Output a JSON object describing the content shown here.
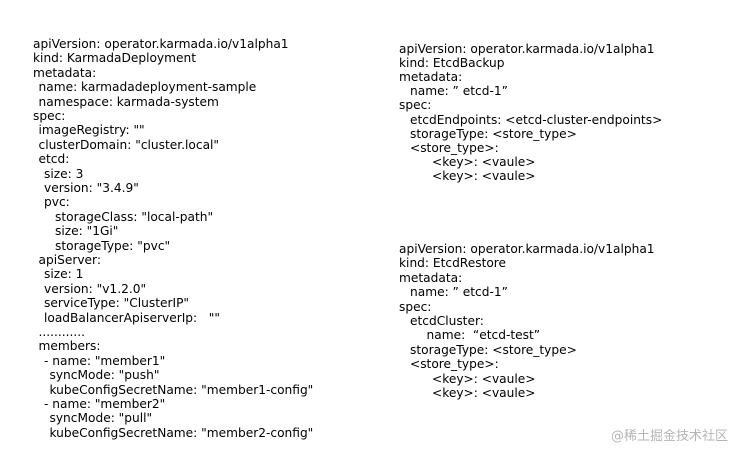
{
  "deployment_yaml": [
    {
      "indent": 0,
      "text": "apiVersion: operator.karmada.io/v1alpha1"
    },
    {
      "indent": 0,
      "text": "kind: KarmadaDeployment"
    },
    {
      "indent": 0,
      "text": "metadata:"
    },
    {
      "indent": 1,
      "text": "name: karmadadeployment-sample"
    },
    {
      "indent": 1,
      "text": "namespace: karmada-system"
    },
    {
      "indent": 0,
      "text": "spec:"
    },
    {
      "indent": 1,
      "text": "imageRegistry: \"\""
    },
    {
      "indent": 1,
      "text": "clusterDomain: \"cluster.local\""
    },
    {
      "indent": 1,
      "text": "etcd:"
    },
    {
      "indent": 2,
      "text": "size: 3"
    },
    {
      "indent": 2,
      "text": "version: \"3.4.9\""
    },
    {
      "indent": 2,
      "text": "pvc:"
    },
    {
      "indent": 4,
      "text": "storageClass: \"local-path\""
    },
    {
      "indent": 4,
      "text": "size: \"1Gi\""
    },
    {
      "indent": 4,
      "text": "storageType: \"pvc\""
    },
    {
      "indent": 1,
      "text": "apiServer:"
    },
    {
      "indent": 2,
      "text": "size: 1"
    },
    {
      "indent": 2,
      "text": "version: \"v1.2.0\""
    },
    {
      "indent": 2,
      "text": "serviceType: \"ClusterIP\""
    },
    {
      "indent": 2,
      "text": "loadBalancerApiserverIp:   \"\""
    },
    {
      "indent": 1,
      "text": "............"
    },
    {
      "indent": 1,
      "text": "members:"
    },
    {
      "indent": 2,
      "text": "- name: \"member1\""
    },
    {
      "indent": 3,
      "text": "syncMode: \"push\""
    },
    {
      "indent": 3,
      "text": "kubeConfigSecretName: \"member1-config\""
    },
    {
      "indent": 2,
      "text": "- name: \"member2\""
    },
    {
      "indent": 3,
      "text": "syncMode: \"pull\""
    },
    {
      "indent": 3,
      "text": "kubeConfigSecretName: \"member2-config\""
    }
  ],
  "backup_yaml": [
    {
      "indent": 0,
      "text": "apiVersion: operator.karmada.io/v1alpha1"
    },
    {
      "indent": 0,
      "text": "kind: EtcdBackup"
    },
    {
      "indent": 0,
      "text": "metadata:"
    },
    {
      "indent": 2,
      "text": "name: ” etcd-1”"
    },
    {
      "indent": 0,
      "text": "spec:"
    },
    {
      "indent": 2,
      "text": "etcdEndpoints: <etcd-cluster-endpoints>"
    },
    {
      "indent": 2,
      "text": "storageType: <store_type>"
    },
    {
      "indent": 2,
      "text": "<store_type>:"
    },
    {
      "indent": 6,
      "text": "<key>: <vaule>"
    },
    {
      "indent": 6,
      "text": "<key>: <vaule>"
    }
  ],
  "restore_yaml": [
    {
      "indent": 0,
      "text": "apiVersion: operator.karmada.io/v1alpha1"
    },
    {
      "indent": 0,
      "text": "kind: EtcdRestore"
    },
    {
      "indent": 0,
      "text": "metadata:"
    },
    {
      "indent": 2,
      "text": "name: ” etcd-1”"
    },
    {
      "indent": 0,
      "text": "spec:"
    },
    {
      "indent": 2,
      "text": "etcdCluster:"
    },
    {
      "indent": 5,
      "text": "name:  “etcd-test”"
    },
    {
      "indent": 2,
      "text": "storageType: <store_type>"
    },
    {
      "indent": 2,
      "text": "<store_type>:"
    },
    {
      "indent": 6,
      "text": "<key>: <vaule>"
    },
    {
      "indent": 6,
      "text": "<key>: <vaule>"
    }
  ],
  "watermark": "@稀土掘金技术社区"
}
